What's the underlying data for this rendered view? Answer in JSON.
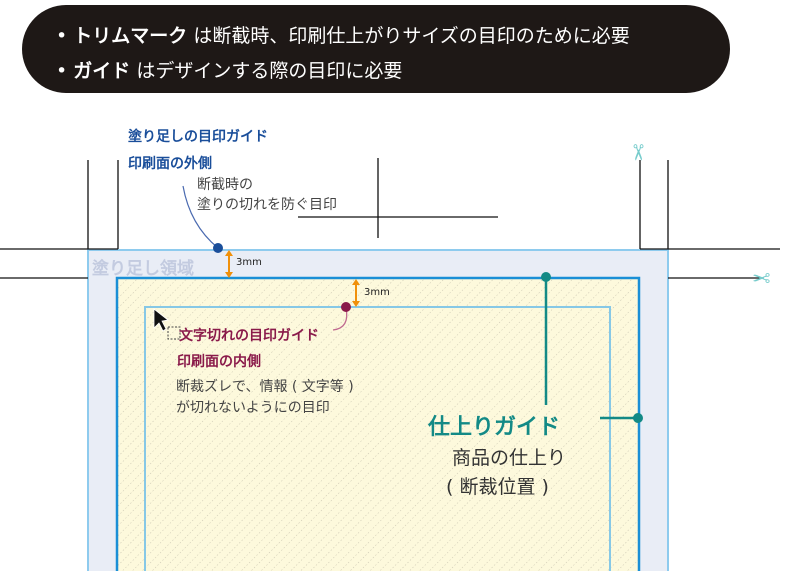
{
  "banner": {
    "line1": {
      "bullet": "•",
      "term": "トリムマーク",
      "desc": " は断截時、印刷仕上がりサイズの目印のために必要"
    },
    "line2": {
      "bullet": "•",
      "term": "ガイド",
      "desc": " はデザインする際の目印に必要"
    }
  },
  "bleed": {
    "area_label": "塗り足し領域",
    "guide_title": "塗り足しの目印ガイド",
    "guide_sub": "印刷面の外側",
    "desc1": "断截時の",
    "desc2": "塗りの切れを防ぐ目印",
    "measure": "3mm"
  },
  "safe": {
    "guide_title": "文字切れの目印ガイド",
    "guide_sub": "印刷面の内側",
    "desc1": "断裁ズレで、情報 ( 文字等 )",
    "desc2": "が切れないようにの目印",
    "measure": "3mm"
  },
  "trim": {
    "guide_title": "仕上りガイド",
    "desc1": "商品の仕上り",
    "desc2": "( 断裁位置 )"
  },
  "icons": [
    "scissors-icon",
    "scissors-icon",
    "cursor-icon"
  ],
  "colors": {
    "bleed_blue": "#1a4e9a",
    "safe_maroon": "#8a1a4a",
    "trim_teal": "#138a86",
    "orange": "#f0900a",
    "trim_line": "#1a8fd6"
  }
}
